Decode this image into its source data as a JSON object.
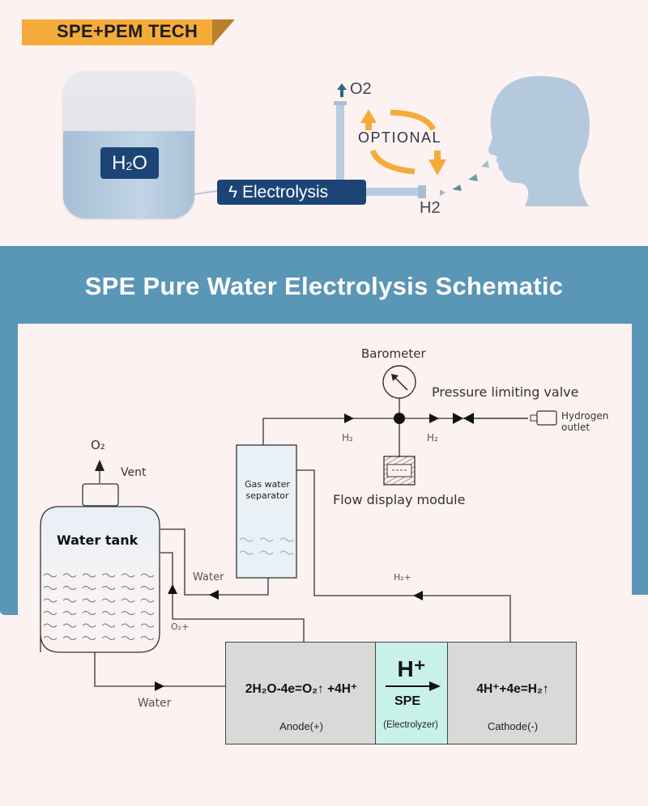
{
  "header": {
    "ribbon_label": "SPE+PEM TECH"
  },
  "top_illustration": {
    "water_label": "H2O",
    "water_label_main": "H",
    "water_label_sub": "2",
    "water_label_tail": "O",
    "electrolysis_label": "Electrolysis",
    "electrolysis_icon": "lightning-icon",
    "oxygen_label": "O2",
    "hydrogen_label": "H2",
    "optional_label": "OPTIONAL"
  },
  "banner": {
    "title": "SPE Pure Water Electrolysis Schematic"
  },
  "schematic": {
    "barometer_label": "Barometer",
    "pressure_valve_label": "Pressure limiting valve",
    "hydrogen_outlet_label_line1": "Hydrogen",
    "hydrogen_outlet_label_line2": "outlet",
    "flow_display_label": "Flow display module",
    "h2_pipe_label_1": "H₂",
    "h2_pipe_label_2": "H₂",
    "o2_vent_label": "O₂",
    "vent_label": "Vent",
    "water_tank_label": "Water tank",
    "separator_label_line1": "Gas water",
    "separator_label_line2": "separator",
    "water_return_label": "Water",
    "h2_return_label": "H₂+",
    "o2_return_label": "O₂+",
    "water_feed_label": "Water",
    "anode": {
      "equation": "2H₂O-4e=O₂↑ +4H⁺",
      "label": "Anode(+)"
    },
    "membrane": {
      "ion": "H⁺",
      "name": "SPE",
      "label": "(Electrolyzer)"
    },
    "cathode": {
      "equation": "4H⁺+4e=H₂↑",
      "label": "Cathode(-)"
    }
  },
  "colors": {
    "accent_orange": "#f5ab3a",
    "navy": "#1c4576",
    "banner_blue": "#5a96b6",
    "membrane_cyan": "#c8f1ea",
    "cell_gray": "#d9d9d7"
  }
}
